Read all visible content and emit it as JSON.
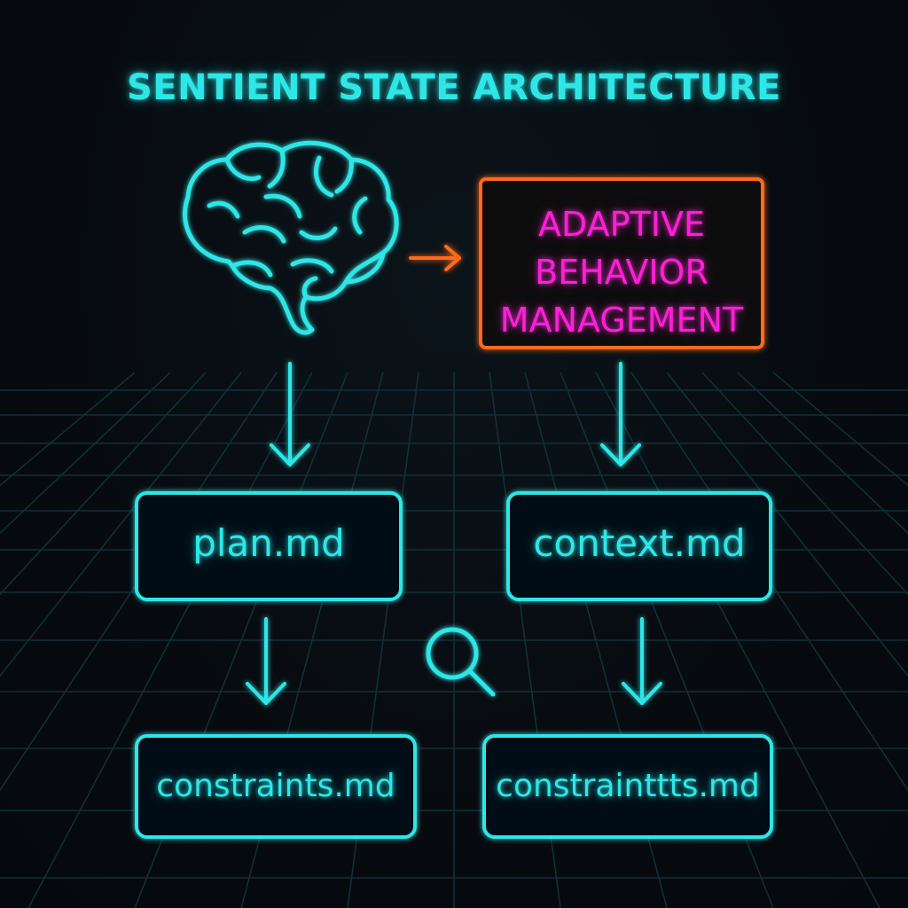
{
  "title": "SENTIENT STATE ARCHITECTURE",
  "colors": {
    "cyan": "#2fe6e6",
    "magenta": "#ff1fd6",
    "orange": "#ff6a1a",
    "grid": "#11343c",
    "background": "#070b10"
  },
  "icons": {
    "brain": "brain-icon",
    "search": "search-icon"
  },
  "adaptive_box": {
    "lines": [
      "ADAPTIVE",
      "BEHAVIOR",
      "MANAGEMENT"
    ]
  },
  "nodes": {
    "plan": "plan.md",
    "context": "context.md",
    "constraints_left": "constraints.md",
    "constraints_right": "constrainttts.md"
  }
}
